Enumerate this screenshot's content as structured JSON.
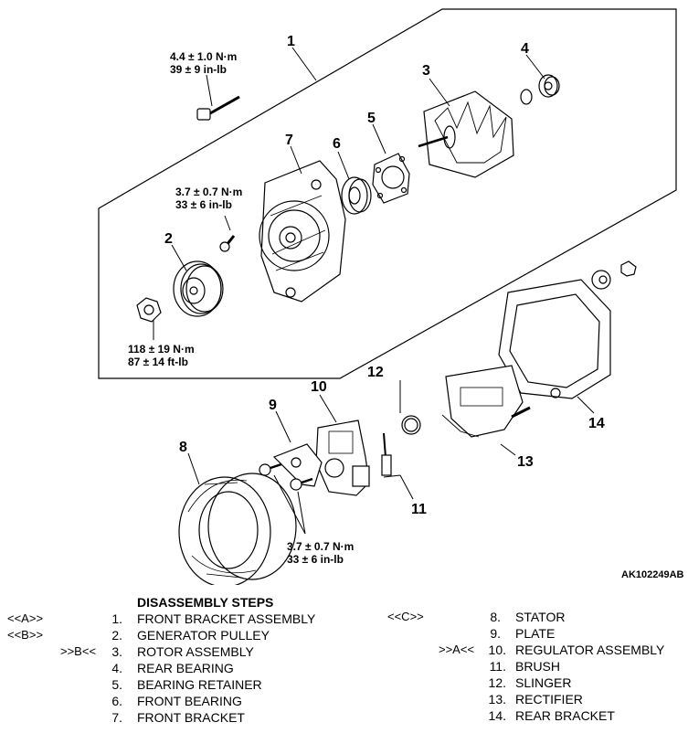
{
  "figure_id": "AK102249AB",
  "callouts": [
    "1",
    "2",
    "3",
    "4",
    "5",
    "6",
    "7",
    "8",
    "9",
    "10",
    "11",
    "12",
    "13",
    "14"
  ],
  "torques": {
    "bolt_top": [
      "4.4 ± 1.0  N·m",
      "39 ± 9 in-lb"
    ],
    "screw_mid": [
      "3.7 ± 0.7 N·m",
      "33 ± 6 in-lb"
    ],
    "nut": [
      "118 ± 19 N·m",
      "87 ± 14 ft-lb"
    ],
    "screws_lower": [
      "3.7 ± 0.7 N·m",
      "33 ± 6 in-lb"
    ]
  },
  "steps": {
    "title": "DISASSEMBLY STEPS",
    "left": [
      {
        "tag": "<<A>>",
        "num": "1.",
        "label": "FRONT BRACKET ASSEMBLY"
      },
      {
        "tag": "<<B>>",
        "num": "2.",
        "label": "GENERATOR PULLEY"
      },
      {
        "tag": ">>B<<",
        "num": "3.",
        "label": "ROTOR ASSEMBLY"
      },
      {
        "tag": "",
        "num": "4.",
        "label": "REAR BEARING"
      },
      {
        "tag": "",
        "num": "5.",
        "label": "BEARING RETAINER"
      },
      {
        "tag": "",
        "num": "6.",
        "label": "FRONT BEARING"
      },
      {
        "tag": "",
        "num": "7.",
        "label": "FRONT BRACKET"
      }
    ],
    "right": [
      {
        "tag": "<<C>>",
        "num": "8.",
        "label": "STATOR"
      },
      {
        "tag": "",
        "num": "9.",
        "label": "PLATE"
      },
      {
        "tag": ">>A<<",
        "num": "10.",
        "label": "REGULATOR ASSEMBLY"
      },
      {
        "tag": "",
        "num": "11.",
        "label": "BRUSH"
      },
      {
        "tag": "",
        "num": "12.",
        "label": "SLINGER"
      },
      {
        "tag": "",
        "num": "13.",
        "label": "RECTIFIER"
      },
      {
        "tag": "",
        "num": "14.",
        "label": "REAR BRACKET"
      }
    ]
  }
}
